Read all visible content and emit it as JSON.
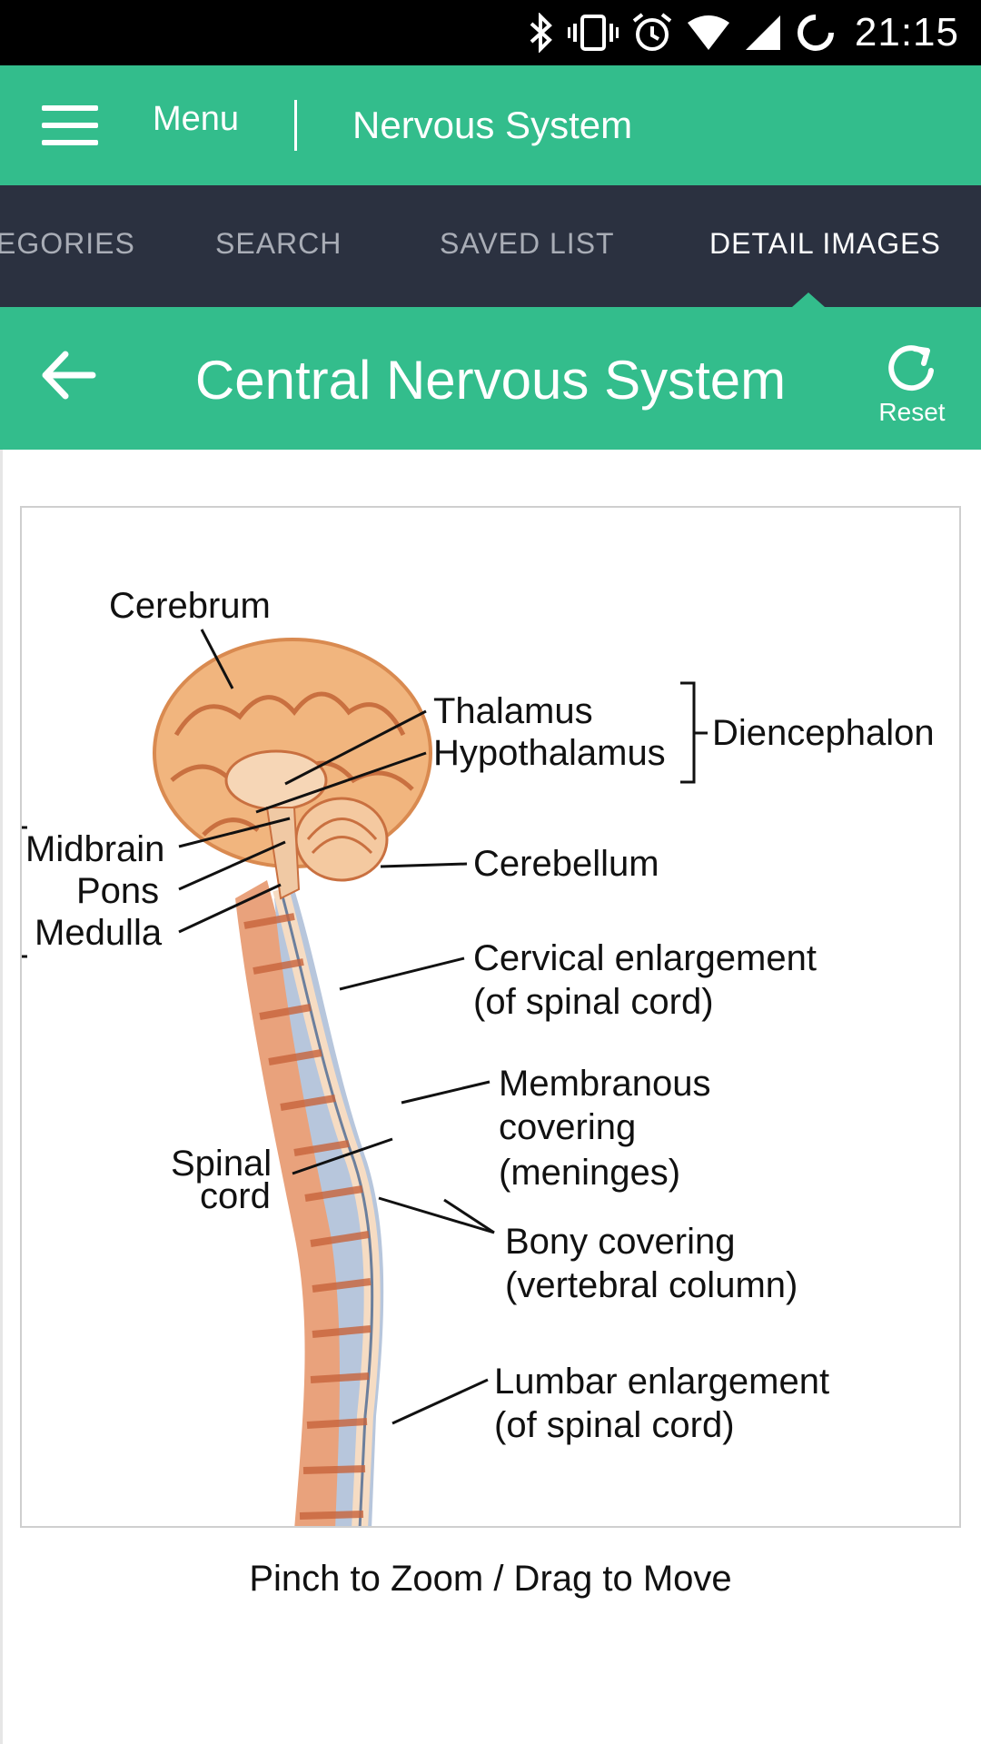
{
  "status_bar": {
    "time": "21:15",
    "icons": [
      "bluetooth-icon",
      "vibrate-icon",
      "alarm-icon",
      "wifi-icon",
      "signal-icon",
      "loading-icon"
    ]
  },
  "app_bar": {
    "menu_label": "Menu",
    "title": "Nervous System"
  },
  "tabs": [
    {
      "label": "CATEGORIES",
      "visible_label": "EGORIES",
      "active": false
    },
    {
      "label": "SEARCH",
      "active": false
    },
    {
      "label": "SAVED LIST",
      "active": false
    },
    {
      "label": "DETAIL IMAGES",
      "active": true
    }
  ],
  "sub_header": {
    "title": "Central Nervous System",
    "reset_label": "Reset"
  },
  "illustration": {
    "labels": {
      "cerebrum": "Cerebrum",
      "thalamus": "Thalamus",
      "hypothalamus": "Hypothalamus",
      "diencephalon": "Diencephalon",
      "midbrain": "Midbrain",
      "pons": "Pons",
      "medulla": "Medulla",
      "cerebellum": "Cerebellum",
      "cervical_1": "Cervical enlargement",
      "cervical_2": "(of spinal cord)",
      "membranous_1": "Membranous",
      "membranous_2": "covering",
      "membranous_3": "(meninges)",
      "spinal_1": "Spinal",
      "spinal_2": "cord",
      "bony_1": "Bony covering",
      "bony_2": "(vertebral column)",
      "lumbar_1": "Lumbar enlargement",
      "lumbar_2": "(of spinal cord)"
    }
  },
  "hint": "Pinch to Zoom / Drag to Move",
  "colors": {
    "primary": "#33bd8c",
    "tab_bar": "#2b3140",
    "status_bar": "#000000"
  }
}
